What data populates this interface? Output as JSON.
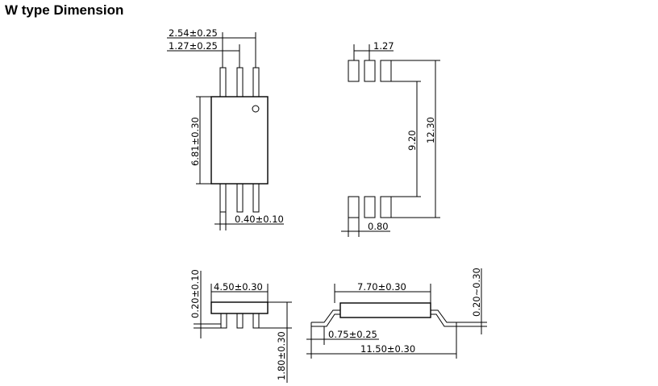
{
  "title": "W type Dimension",
  "dimensions": {
    "pitch_pair": "2.54±0.25",
    "pitch": "1.27±0.25",
    "body_height": "6.81±0.30",
    "lead_width": "0.40±0.10",
    "pad_pitch": "1.27",
    "pad_inner_span": "9.20",
    "pad_outer_span": "12.30",
    "pad_width": "0.80",
    "lead_thickness": "0.20±0.10",
    "body_width_side": "4.50±0.30",
    "total_height": "1.80±0.30",
    "body_length": "7.70±0.30",
    "standoff": "0.20~0.30",
    "foot_length": "0.75±0.25",
    "overall_length": "11.50±0.30"
  }
}
